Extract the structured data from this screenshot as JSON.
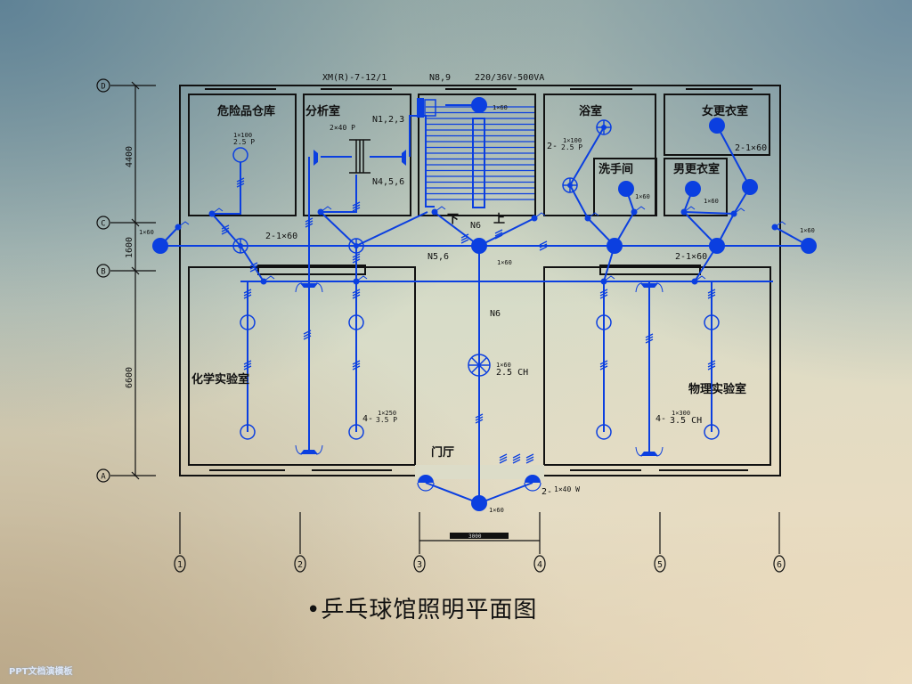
{
  "slide": {
    "caption_bullet": "•",
    "caption": "乒乓球馆照明平面图",
    "footer": "PPT文档演模板"
  },
  "colors": {
    "wire": "#0b3fe0",
    "wall": "#111111",
    "background_top_left": "#5f8296",
    "background_bottom_right": "#ecdcbf"
  },
  "plan": {
    "top_labels": {
      "panel": "XM(R)-7-12/1",
      "circuit_n89": "N8,9",
      "transformer": "220/36V-500VA"
    },
    "rooms": {
      "hazardous_storage": "危险品仓库",
      "analysis_room": "分析室",
      "bathroom": "浴室",
      "female_changing": "女更衣室",
      "washroom": "洗手间",
      "male_changing": "男更衣室",
      "chem_lab": "化学实验室",
      "physics_lab": "物理实验室",
      "lobby": "门厅"
    },
    "circuit_labels": {
      "n123": "N1,2,3",
      "n456": "N4,5,6",
      "n6_top": "N6",
      "n6_mid": "N6",
      "nd6": "N5,6",
      "stair_down": "下",
      "stair_up": "上"
    },
    "fixture_labels": {
      "storage_lamp_top": "1×100",
      "storage_lamp_bottom": "2.5 P",
      "analysis_lamp": "2×40 P",
      "stair_lamp": "1×60",
      "bath_lamp_prefix": "2-",
      "bath_lamp_top": "1×100",
      "bath_lamp_bottom": "2.5 P",
      "female_lamp": "2-1×60",
      "washroom_lamp": "1×60",
      "male_lamp": "1×60",
      "corridor_left": "2-1×60",
      "corridor_right": "2-1×60",
      "corridor_mid": "1×60",
      "end_left": "1×60",
      "end_right": "1×60",
      "lobby_lamp_top": "1×60",
      "lobby_lamp_bottom": "2.5 CH",
      "chem_lamp_prefix": "4-",
      "chem_lamp_top": "1×250",
      "chem_lamp_bottom": "3.5 P",
      "phys_lamp_prefix": "4-",
      "phys_lamp_top": "1×300",
      "phys_lamp_bottom": "3.5 CH",
      "entrance_lamp_prefix": "2-",
      "entrance_lamp": "1×40 W",
      "entrance_center": "1×60"
    },
    "dimensions": {
      "v1": "4400",
      "v2": "1600",
      "v3": "6600",
      "bottom_span": "3000"
    },
    "row_axes": [
      "D",
      "C",
      "B",
      "A"
    ],
    "column_axes": [
      "1",
      "2",
      "3",
      "4",
      "5",
      "6"
    ]
  }
}
